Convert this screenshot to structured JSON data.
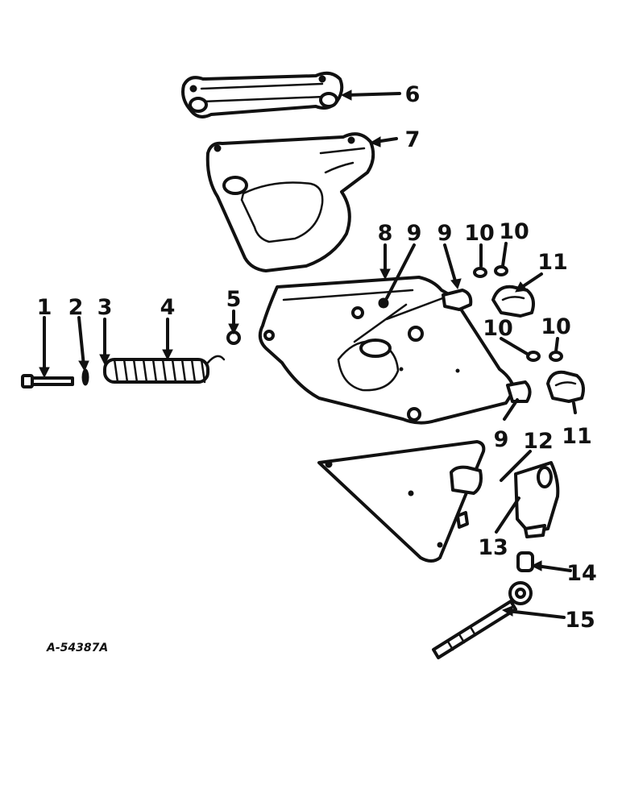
{
  "drawing_ref": "A-54387A",
  "callouts": [
    {
      "id": "c1",
      "text": "1"
    },
    {
      "id": "c2",
      "text": "2"
    },
    {
      "id": "c3",
      "text": "3"
    },
    {
      "id": "c4",
      "text": "4"
    },
    {
      "id": "c5",
      "text": "5"
    },
    {
      "id": "c6",
      "text": "6"
    },
    {
      "id": "c7",
      "text": "7"
    },
    {
      "id": "c8",
      "text": "8"
    },
    {
      "id": "c9a",
      "text": "9"
    },
    {
      "id": "c9b",
      "text": "9"
    },
    {
      "id": "c9c",
      "text": "9"
    },
    {
      "id": "c10a",
      "text": "10"
    },
    {
      "id": "c10b",
      "text": "10"
    },
    {
      "id": "c10c",
      "text": "10"
    },
    {
      "id": "c10d",
      "text": "10"
    },
    {
      "id": "c11a",
      "text": "11"
    },
    {
      "id": "c11b",
      "text": "11"
    },
    {
      "id": "c12",
      "text": "12"
    },
    {
      "id": "c13",
      "text": "13"
    },
    {
      "id": "c14",
      "text": "14"
    },
    {
      "id": "c15",
      "text": "15"
    }
  ]
}
